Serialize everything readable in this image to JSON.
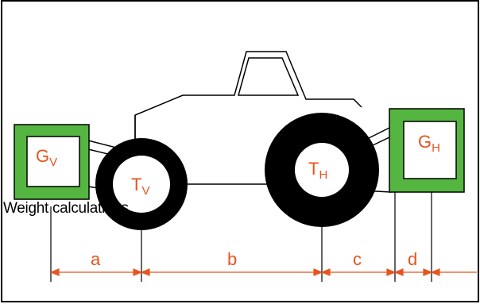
{
  "caption": "Weight calculations",
  "weights": {
    "front": {
      "main": "G",
      "sub": "V"
    },
    "rear": {
      "main": "G",
      "sub": "H"
    }
  },
  "tyres": {
    "front": {
      "main": "T",
      "sub": "V"
    },
    "rear": {
      "main": "T",
      "sub": "H"
    }
  },
  "dimensions": {
    "a": "a",
    "b": "b",
    "c": "c",
    "d": "d"
  },
  "colors": {
    "weight_fill": "#55b541",
    "dimension": "#e8541e",
    "outline": "#000000",
    "tyre": "#000000"
  }
}
